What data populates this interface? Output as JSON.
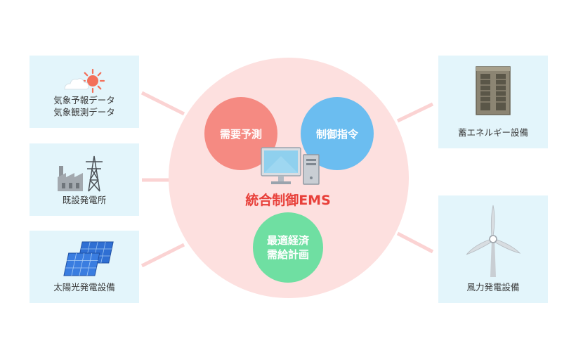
{
  "colors": {
    "background": "#ffffff",
    "node_fill": "#e3f5fb",
    "center_circle": "#fde0df",
    "connector": "#fbd3d3",
    "demand_forecast_bubble": "#f58a82",
    "control_command_bubble": "#6bbdf0",
    "optimal_plan_bubble": "#6fdfa2",
    "center_title": "#e8403a"
  },
  "center": {
    "title": "統合制御EMS",
    "bubbles": {
      "demand_forecast": "需要予測",
      "control_command": "制御指令",
      "optimal_plan_line1": "最適経済",
      "optimal_plan_line2": "需給計画"
    },
    "icon": "computer-icon"
  },
  "left_nodes": [
    {
      "line1": "気象予報データ",
      "line2": "気象観測データ",
      "icon": "weather-icon"
    },
    {
      "line1": "既設発電所",
      "icon": "power-plant-icon"
    },
    {
      "line1": "太陽光発電設備",
      "icon": "solar-panel-icon"
    }
  ],
  "right_nodes": [
    {
      "line1": "蓄エネルギー設備",
      "icon": "battery-storage-icon"
    },
    {
      "line1": "風力発電設備",
      "icon": "wind-turbine-icon"
    }
  ]
}
